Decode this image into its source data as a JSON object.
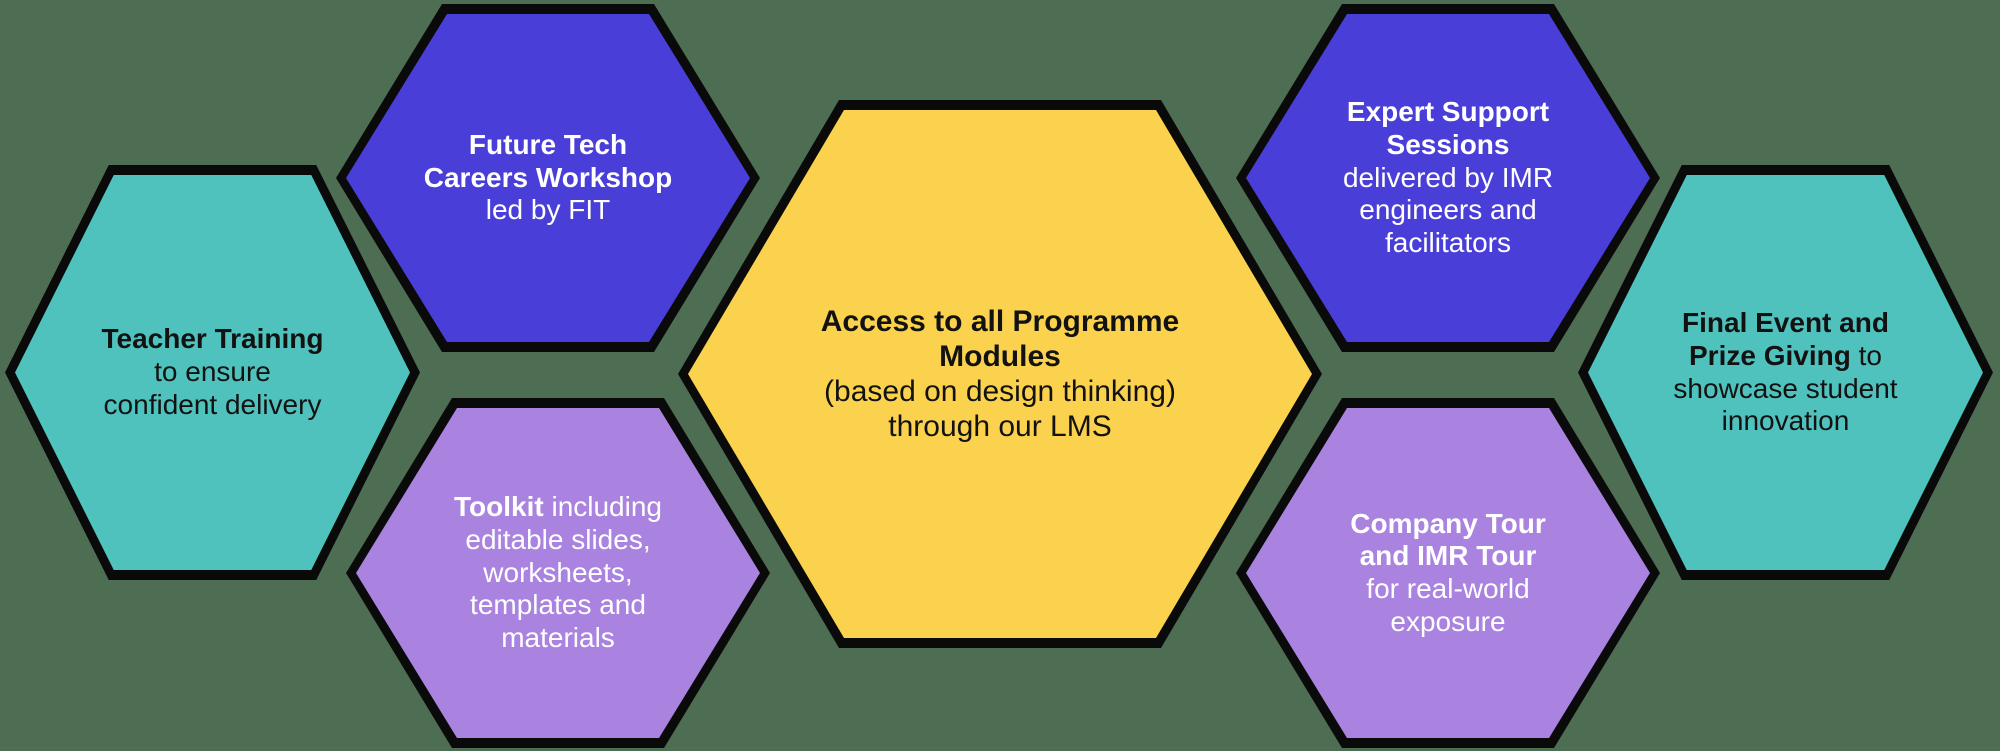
{
  "background": "#4e6e54",
  "outline": "#0a0a0a",
  "hexagons": [
    {
      "id": "teacher-training",
      "fill": "#4fc2bd",
      "text_color": "#121212",
      "bold": "Teacher Training",
      "rest": "\nto ensure\nconfident delivery"
    },
    {
      "id": "future-tech-careers-workshop",
      "fill": "#4a3ed8",
      "text_color": "#ffffff",
      "bold": "Future Tech\nCareers Workshop",
      "rest": "\nled by FIT"
    },
    {
      "id": "toolkit",
      "fill": "#a983df",
      "text_color": "#ffffff",
      "bold": "Toolkit",
      "rest": " including\neditable slides,\nworksheets,\ntemplates and\nmaterials"
    },
    {
      "id": "programme-modules",
      "fill": "#fbd24d",
      "text_color": "#121212",
      "bold": "Access to all Programme\nModules",
      "rest": "\n(based on design thinking)\nthrough our LMS"
    },
    {
      "id": "expert-support-sessions",
      "fill": "#4a3ed8",
      "text_color": "#ffffff",
      "bold": "Expert Support\nSessions",
      "rest": "\ndelivered by IMR\nengineers and\nfacilitators"
    },
    {
      "id": "company-tour-imr-tour",
      "fill": "#a983df",
      "text_color": "#ffffff",
      "bold": "Company Tour\nand IMR Tour",
      "rest": "\nfor real-world\nexposure"
    },
    {
      "id": "final-event-prize-giving",
      "fill": "#4fc2bd",
      "text_color": "#121212",
      "bold": "Final Event and\nPrize Giving",
      "rest": " to\nshowcase student\ninnovation"
    }
  ]
}
